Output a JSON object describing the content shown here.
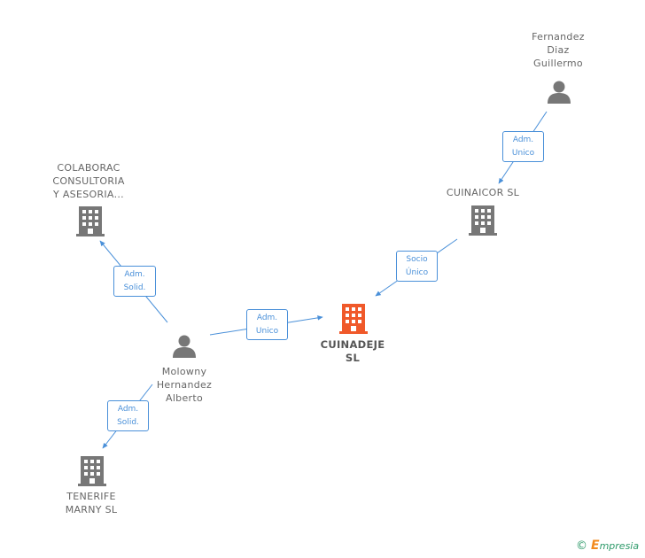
{
  "nodes": {
    "fernandez": {
      "label": "Fernandez\nDiaz\nGuillermo",
      "kind": "person"
    },
    "cuinaicor": {
      "label": "CUINAICOR SL",
      "kind": "company"
    },
    "colaborac": {
      "label": "COLABORAC\nCONSULTORIA\nY ASESORIA...",
      "kind": "company"
    },
    "cuinadeje": {
      "label": "CUINADEJE\nSL",
      "kind": "company-main"
    },
    "molowny": {
      "label": "Molowny\nHernandez\nAlberto",
      "kind": "person"
    },
    "tenerife": {
      "label": "TENERIFE\nMARNY  SL",
      "kind": "company"
    }
  },
  "relations": {
    "r1": "Adm.\nUnico",
    "r2": "Socio\nÚnico",
    "r3": "Adm.\nSolid.",
    "r4": "Adm.\nUnico",
    "r5": "Adm.\nSolid."
  },
  "footer": {
    "copyright": "©",
    "brand_initial": "E",
    "brand_rest": "mpresia"
  },
  "colors": {
    "edge": "#4a90d9",
    "node": "#777777",
    "main_node": "#f0592a"
  }
}
